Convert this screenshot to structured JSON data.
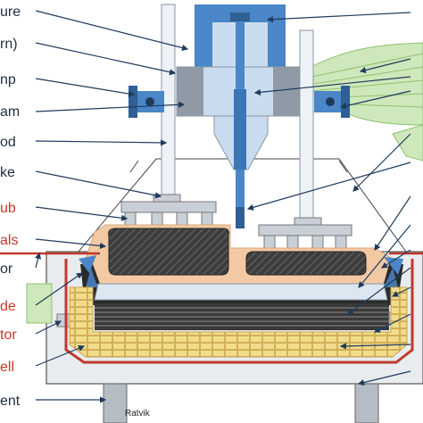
{
  "labels_left": [
    {
      "id": "l1",
      "text": "ure",
      "color": "#1f2d3d"
    },
    {
      "id": "l2",
      "text": "rn)",
      "color": "#1f2d3d"
    },
    {
      "id": "l3",
      "text": "np",
      "color": "#1f2d3d"
    },
    {
      "id": "l4",
      "text": "am",
      "color": "#1f2d3d"
    },
    {
      "id": "l5",
      "text": "od",
      "color": "#1f2d3d"
    },
    {
      "id": "l6",
      "text": "ke",
      "color": "#1f2d3d"
    },
    {
      "id": "l7",
      "text": "ub",
      "color": "#c0392b"
    },
    {
      "id": "l8",
      "text": "als",
      "color": "#c0392b"
    },
    {
      "id": "l9",
      "text": "or",
      "color": "#1f2d3d"
    },
    {
      "id": "l10",
      "text": "de",
      "color": "#c0392b"
    },
    {
      "id": "l11",
      "text": "tor",
      "color": "#c0392b"
    },
    {
      "id": "l12",
      "text": "ell",
      "color": "#c0392b"
    },
    {
      "id": "l13",
      "text": "ent",
      "color": "#1f2d3d"
    }
  ],
  "watermark": "Ratvik",
  "colors": {
    "steel_blue": "#4a86c8",
    "light_blue": "#c9dcef",
    "mid_gray": "#9aa6b2",
    "carbon": "#3b3b3b",
    "bath": "#f3c7a0",
    "brick": "#f0d98a",
    "green_busbar": "#c8e6b0",
    "red_line": "#c0392b",
    "pointer": "#1f3b5c"
  }
}
